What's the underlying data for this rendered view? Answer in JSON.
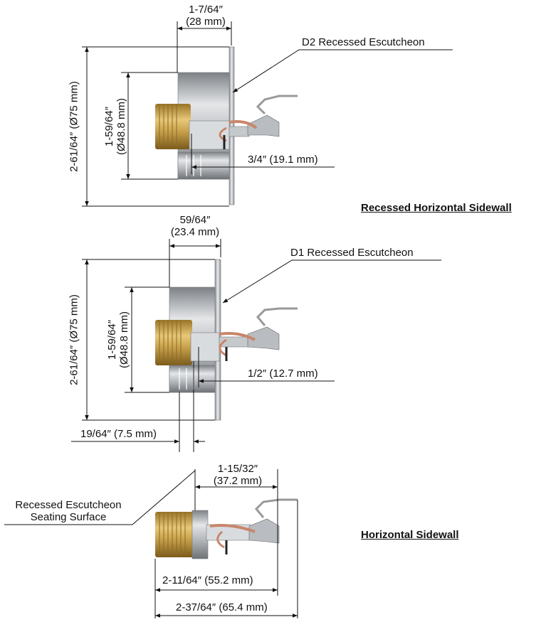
{
  "colors": {
    "brass": "#c9a24c",
    "steel": "#b5b8bc",
    "copper": "#c8866a",
    "line": "#111111"
  },
  "view1": {
    "heading": "Recessed Horizontal Sidewall",
    "escutcheon_label": "D2 Recessed Escutcheon",
    "top_dim_line1": "1-7/64″",
    "top_dim_line2": "(28 mm)",
    "overall_dim": "2-61/64″ (Ø75 mm)",
    "inner_dim_line1": "1-59/64″",
    "inner_dim_line2": "(Ø48.8 mm)",
    "recess_dim": "3/4″ (19.1 mm)"
  },
  "view2": {
    "escutcheon_label": "D1 Recessed Escutcheon",
    "top_dim_line1": "59/64″",
    "top_dim_line2": "(23.4 mm)",
    "overall_dim": "2-61/64″ (Ø75 mm)",
    "inner_dim_line1": "1-59/64″",
    "inner_dim_line2": "(Ø48.8 mm)",
    "recess_dim": "1/2″ (12.7 mm)",
    "seat_dim": "19/64″ (7.5 mm)"
  },
  "view3": {
    "heading": "Horizontal Sidewall",
    "seating_label_line1": "Recessed Escutcheon",
    "seating_label_line2": "Seating Surface",
    "top_dim_line1": "1-15/32″",
    "top_dim_line2": "(37.2 mm)",
    "mid_dim": "2-11/64″ (55.2 mm)",
    "bottom_dim": "2-37/64″ (65.4 mm)"
  }
}
